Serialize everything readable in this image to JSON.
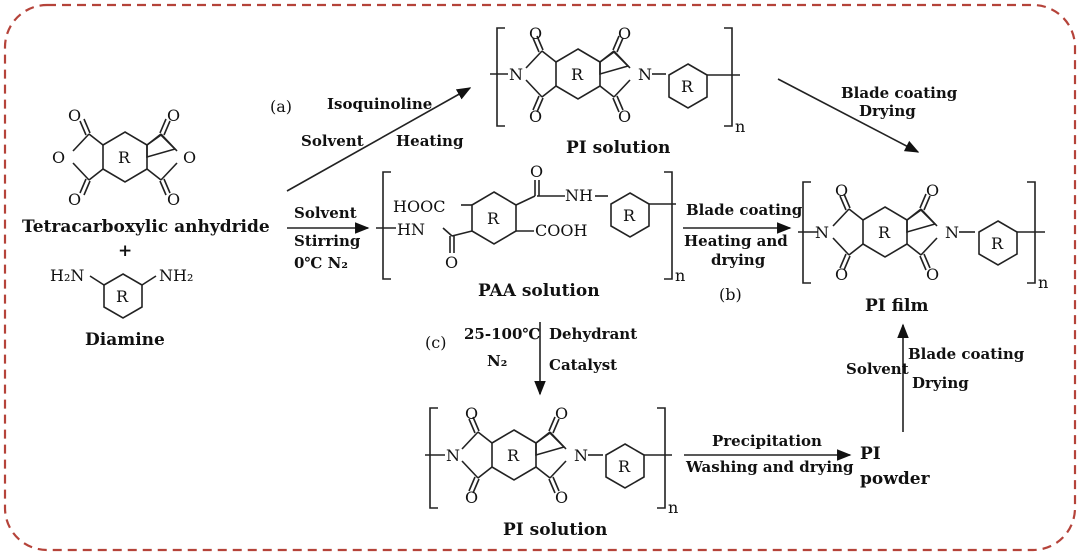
{
  "colors": {
    "frame": "#b5433a",
    "ink": "#111111"
  },
  "letters": {
    "a": "(a)",
    "b": "(b)",
    "c": "(c)"
  },
  "monomers": {
    "anhydride": "Tetracarboxylic anhydride",
    "plus": "+",
    "diamine": "Diamine",
    "nh2_left": "H₂N",
    "nh2_right": "NH₂"
  },
  "atoms": {
    "O": "O",
    "N": "N",
    "R": "R",
    "n": "n",
    "hooc": "HOOC",
    "cooh": "COOH",
    "nh": "NH",
    "hn": "HN"
  },
  "products": {
    "pi_solution_top": "PI solution",
    "paa_solution": "PAA solution",
    "pi_film": "PI film",
    "pi_solution_bottom": "PI solution",
    "pi_powder_1": "PI",
    "pi_powder_2": "powder"
  },
  "conditions": {
    "isoquinoline": "Isoquinoline",
    "solvent_a": "Solvent",
    "heating_a": "Heating",
    "solvent_main": "Solvent",
    "stirring": "Stirring",
    "temp_n2": "0℃ N₂",
    "blade_top_1": "Blade coating",
    "blade_top_2": "Drying",
    "blade_b_1": "Blade coating",
    "blade_b_2": "Heating and",
    "blade_b_3": "drying",
    "temp_c": "25-100℃",
    "n2_c": "N₂",
    "dehydrant": "Dehydrant",
    "catalyst": "Catalyst",
    "precipitation": "Precipitation",
    "washing": "Washing and drying",
    "solvent_right": "Solvent",
    "blade_right": "Blade coating",
    "drying_right": "Drying"
  }
}
